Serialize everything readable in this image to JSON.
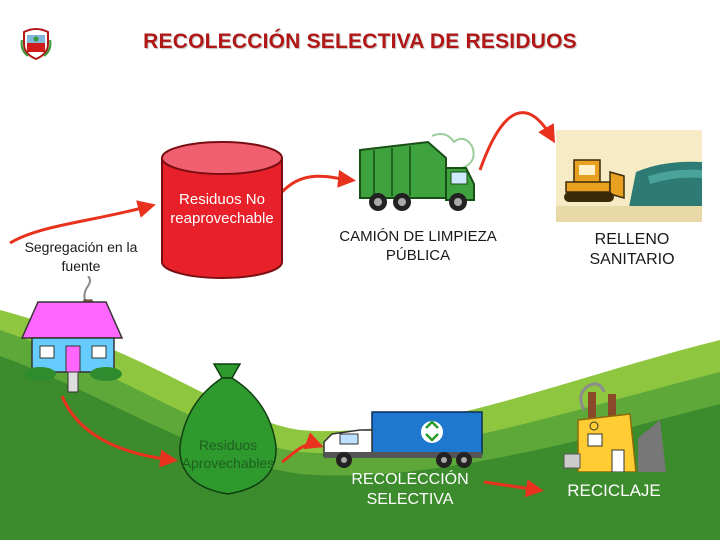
{
  "title": "RECOLECCIÓN SELECTIVA DE RESIDUOS",
  "labels": {
    "no_aprovechable": "Residuos No reaprovechable",
    "segregacion": "Segregación en la fuente",
    "camion": "CAMIÓN DE LIMPIEZA PÚBLICA",
    "relleno": "RELLENO SANITARIO",
    "aprovechables": "Residuos Aprovechables",
    "recoleccion": "RECOLECCIÓN SELECTIVA",
    "reciclaje": "RECICLAJE"
  },
  "colors": {
    "title": "#b01818",
    "arrow": "#e8321e",
    "cylinder": "#e8202a",
    "bag": "#2e9a2e",
    "grass_light": "#8ec63f",
    "grass_dark": "#3c8b2c",
    "house_roof": "#ff66ff",
    "house_wall": "#66ccff"
  },
  "icons": [
    "peru-shield-icon",
    "garbage-truck-icon",
    "bulldozer-icon",
    "house-icon",
    "recycling-truck-icon",
    "recycling-plant-icon"
  ]
}
